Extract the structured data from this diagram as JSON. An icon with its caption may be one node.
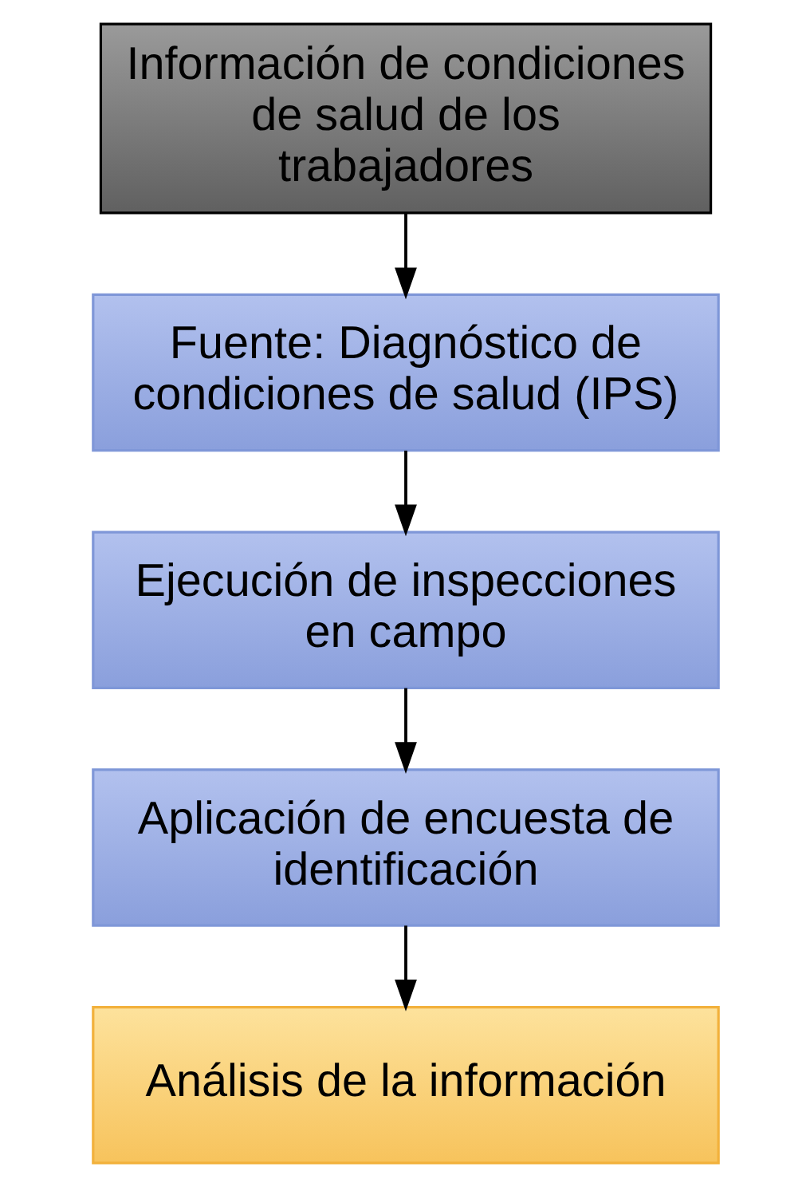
{
  "diagram": {
    "nodes": [
      {
        "text": [
          "Información de condiciones de salud de los trabajadores"
        ]
      },
      {
        "text": [
          "Fuente: Diagnóstico de condiciones de salud (IPS)"
        ]
      },
      {
        "text": [
          "Ejecución de inspecciones en campo"
        ]
      },
      {
        "text": [
          "Aplicación de encuesta de identificación"
        ]
      },
      {
        "text": [
          "Análisis de la información"
        ]
      }
    ],
    "edges": [
      {
        "from": 0,
        "to": 1,
        "arrow": "to"
      },
      {
        "from": 1,
        "to": 2,
        "arrow": "to"
      },
      {
        "from": 2,
        "to": 3,
        "arrow": "to"
      },
      {
        "from": 3,
        "to": 4,
        "arrow": "to"
      }
    ]
  }
}
